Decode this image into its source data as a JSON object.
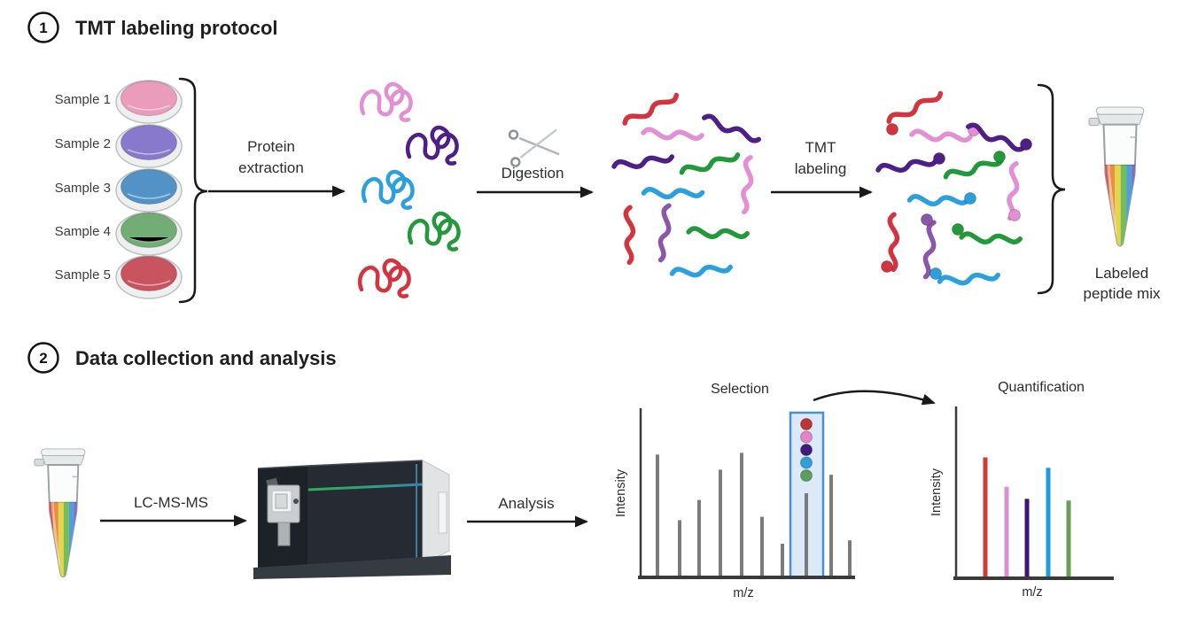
{
  "section1": {
    "number": "1",
    "title": "TMT labeling protocol",
    "samples": [
      {
        "label": "Sample 1",
        "color": "#eb9cba"
      },
      {
        "label": "Sample 2",
        "color": "#8879cd"
      },
      {
        "label": "Sample 3",
        "color": "#5292c5"
      },
      {
        "label": "Sample 4",
        "color": "#72ad75"
      },
      {
        "label": "Sample 5",
        "color": "#c7545f"
      }
    ],
    "steps": {
      "protein_extraction_line1": "Protein",
      "protein_extraction_line2": "extraction",
      "digestion": "Digestion",
      "tmt_line1": "TMT",
      "tmt_line2": "labeling"
    },
    "output_line1": "Labeled",
    "output_line2": "peptide mix"
  },
  "section2": {
    "number": "2",
    "title": "Data collection and analysis",
    "lcmsms": "LC-MS-MS",
    "analysis": "Analysis"
  },
  "icons": {
    "digestion_icon": "scissors",
    "sample_container_icon": "petri-dish",
    "output_container_icon": "microcentrifuge-tube",
    "instrument_icon": "mass-spectrometer"
  },
  "colors": {
    "red": "#d23440",
    "pink": "#e28fd3",
    "dark_purple": "#4d1f87",
    "blue": "#2ba0dc",
    "green": "#23993b",
    "medium_purple": "#8b57a9",
    "spectrum_gray": "#7b7b7b"
  },
  "chart_data": [
    {
      "type": "bar",
      "title": "Selection",
      "xlabel": "m/z",
      "ylabel": "Intensity",
      "values": [
        0.73,
        0.34,
        0.46,
        0.64,
        0.74,
        0.36,
        0.2,
        0.5,
        0.61,
        0.22
      ],
      "bar_color": "#7b7b7b",
      "highlighted_bar_index": 7,
      "highlight_box": {
        "fill": "#dbe9f8",
        "stroke": "#4a90d2"
      },
      "highlight_dot_colors": [
        "#c03434",
        "#e584c9",
        "#401a7e",
        "#2e9fd8",
        "#5b9e5b"
      ]
    },
    {
      "type": "bar",
      "title": "Quantification",
      "xlabel": "m/z",
      "ylabel": "Intensity",
      "values": [
        0.7,
        0.53,
        0.46,
        0.64,
        0.45
      ],
      "bar_colors": [
        "#cc3c34",
        "#dd8fd6",
        "#3f1478",
        "#1f9cdb",
        "#6a9e57"
      ]
    }
  ]
}
